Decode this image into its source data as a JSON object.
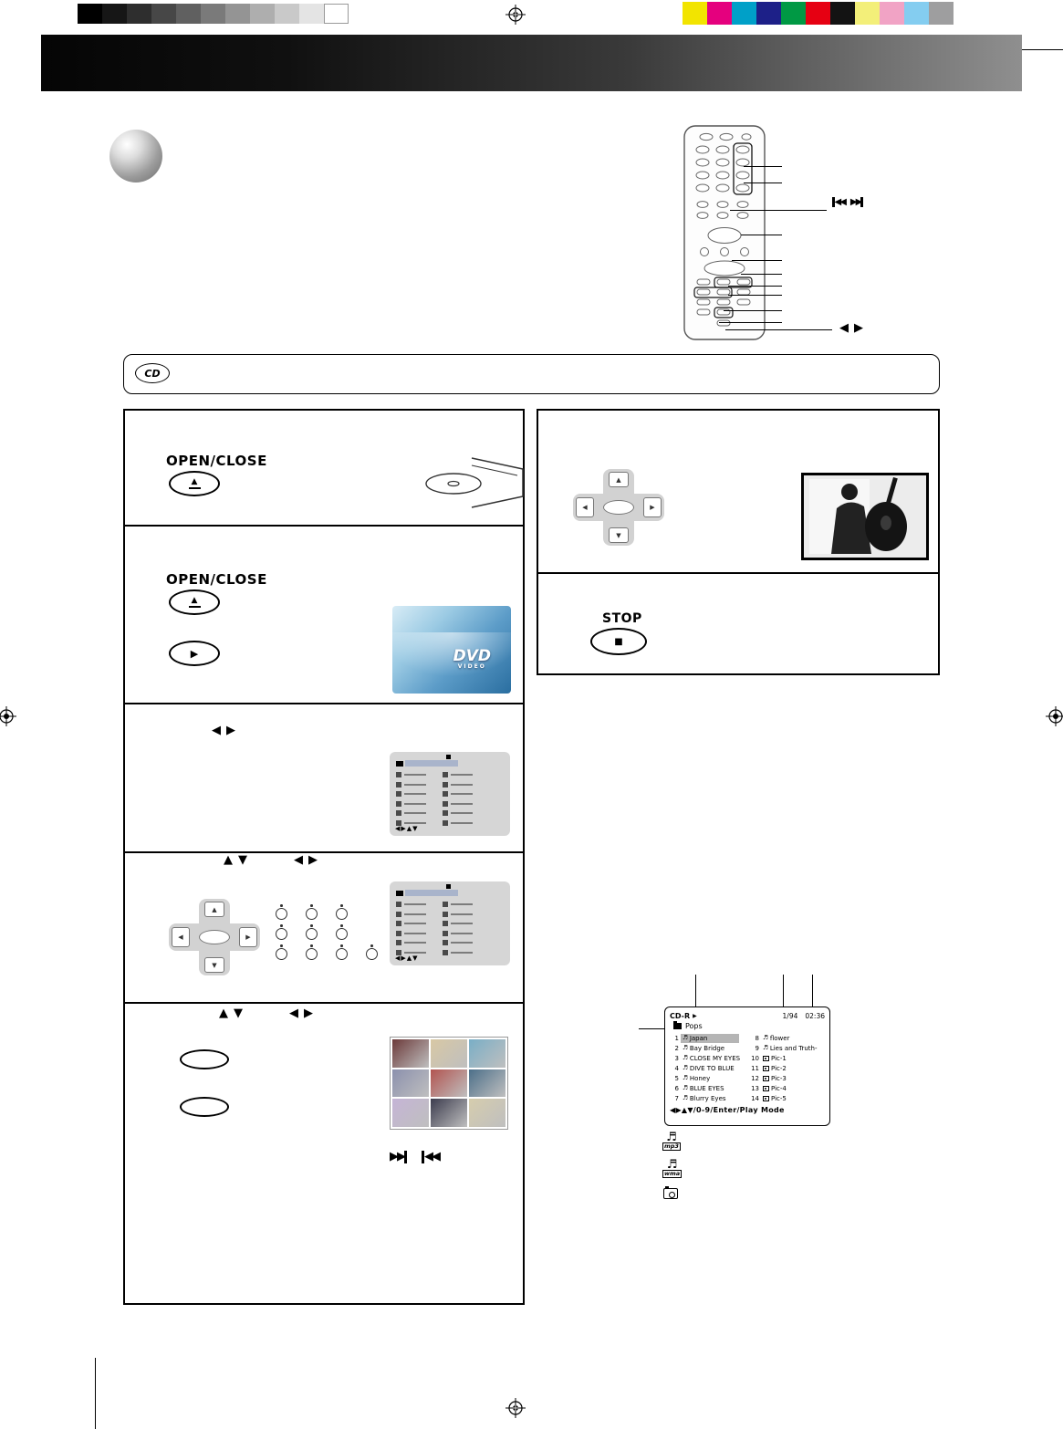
{
  "labels": {
    "open_close": "OPEN/CLOSE",
    "stop": "STOP",
    "cd_badge": "CD",
    "dvd_logo": "DVD",
    "dvd_logo_sub": "VIDEO"
  },
  "glyphs": {
    "up": "▲",
    "down": "▼",
    "left": "◀",
    "right": "▶",
    "play": "▶",
    "stop_square": "■",
    "eject_triangle": "▲",
    "double_right": "▶▶",
    "double_left": "◀◀",
    "music_note": "♬"
  },
  "mini_screen": {
    "footer": "◀▶▲▼"
  },
  "file_screen": {
    "disc_type": "CD-R",
    "track_counter": "1/94",
    "time": "02:36",
    "folder_name": "Pops",
    "footer": "◀▶▲▼/0-9/Enter/Play Mode",
    "columns": {
      "left": [
        {
          "num": "1",
          "type": "music",
          "name": "Japan",
          "highlight": true
        },
        {
          "num": "2",
          "type": "music",
          "name": "Bay Bridge"
        },
        {
          "num": "3",
          "type": "music",
          "name": "CLOSE MY EYES"
        },
        {
          "num": "4",
          "type": "music",
          "name": "DIVE TO BLUE"
        },
        {
          "num": "5",
          "type": "music",
          "name": "Honey"
        },
        {
          "num": "6",
          "type": "music",
          "name": "BLUE EYES"
        },
        {
          "num": "7",
          "type": "music",
          "name": "Blurry Eyes"
        }
      ],
      "right": [
        {
          "num": "8",
          "type": "music",
          "name": "flower"
        },
        {
          "num": "9",
          "type": "music",
          "name": "Lies and Truth-"
        },
        {
          "num": "10",
          "type": "picture",
          "name": "Pic-1"
        },
        {
          "num": "11",
          "type": "picture",
          "name": "Pic-2"
        },
        {
          "num": "12",
          "type": "picture",
          "name": "Pic-3"
        },
        {
          "num": "13",
          "type": "picture",
          "name": "Pic-4"
        },
        {
          "num": "14",
          "type": "picture",
          "name": "Pic-5"
        }
      ]
    }
  },
  "format_icons": {
    "mp3": "mp3",
    "wma": "wma"
  },
  "registration": {
    "grayscale": [
      "#000000",
      "#161616",
      "#2e2e2e",
      "#474747",
      "#606060",
      "#7a7a7a",
      "#949494",
      "#aeaeae",
      "#c9c9c9",
      "#e4e4e4",
      "#ffffff"
    ],
    "colors": [
      "#f2e400",
      "#e5007e",
      "#00a0c8",
      "#1d2088",
      "#009944",
      "#e60012",
      "#131313",
      "#f3ef79",
      "#f1a3c5",
      "#84cdf0",
      "#9e9e9f"
    ]
  },
  "jpeg_screen": {
    "thumb_colors": [
      "#6c3a3a",
      "#d8c8a4",
      "#79aec6",
      "#8b90ad",
      "#b25450",
      "#4c6f89",
      "#c5b4d6",
      "#3c3c4e",
      "#d6cdad"
    ]
  }
}
